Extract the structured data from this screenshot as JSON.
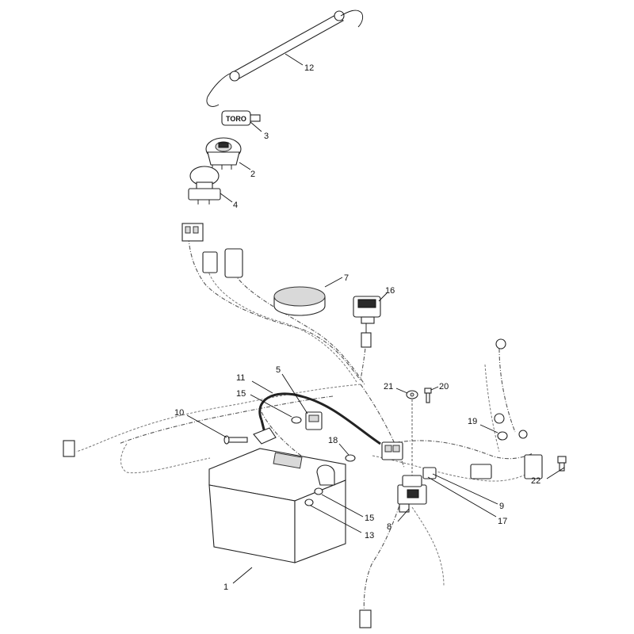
{
  "labels": {
    "l1": "1",
    "l2": "2",
    "l3": "3",
    "l4": "4",
    "l5": "5",
    "l7": "7",
    "l8": "8",
    "l9": "9",
    "l10": "10",
    "l11": "11",
    "l12": "12",
    "l13": "13",
    "l15a": "15",
    "l15b": "15",
    "l16": "16",
    "l17": "17",
    "l18": "18",
    "l19": "19",
    "l20": "20",
    "l21": "21",
    "l22": "22"
  },
  "key_text": "TORO"
}
